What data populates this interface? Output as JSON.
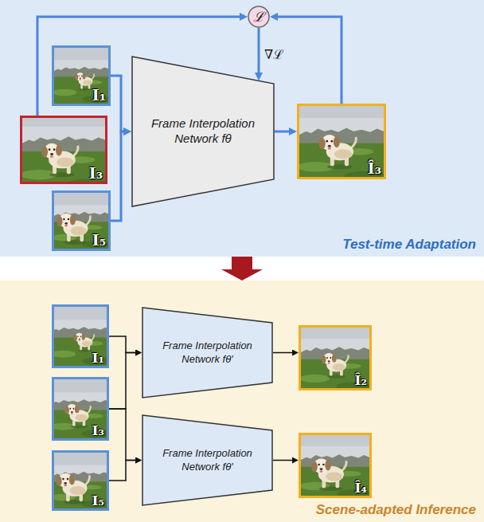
{
  "diagram": {
    "nodes": [
      {
        "text": [
          "Test-time Adaptation"
        ]
      },
      {
        "text": [
          "ℒ"
        ],
        "in": 0
      },
      {
        "text": [
          "I₁"
        ],
        "in": 0
      },
      {
        "text": [
          "I₃"
        ],
        "in": 0
      },
      {
        "text": [
          "I₅"
        ],
        "in": 0
      },
      {
        "text": [
          "Frame Interpolation Network fθ"
        ],
        "in": 0
      },
      {
        "text": [
          "Î₃"
        ],
        "in": 0
      },
      {
        "text": [
          "Scene-adapted Inference"
        ]
      },
      {
        "text": [
          "I₁"
        ],
        "in": 7
      },
      {
        "text": [
          "I₃"
        ],
        "in": 7
      },
      {
        "text": [
          "I₅"
        ],
        "in": 7
      },
      {
        "text": [
          "Frame Interpolation Network fθ′"
        ],
        "in": 7
      },
      {
        "text": [
          "Frame Interpolation Network fθ′"
        ],
        "in": 7
      },
      {
        "text": [
          "Î₂"
        ],
        "in": 7
      },
      {
        "text": [
          "Î₄"
        ],
        "in": 7
      }
    ],
    "edges": [
      {
        "from": 3,
        "to": 1,
        "arrow": "to"
      },
      {
        "from": 6,
        "to": 1,
        "arrow": "to"
      },
      {
        "from": 1,
        "to": 5,
        "label": "∇ℒ",
        "arrow": "to"
      },
      {
        "from": 2,
        "to": 5,
        "arrow": "to"
      },
      {
        "from": 4,
        "to": 5,
        "arrow": "to"
      },
      {
        "from": 5,
        "to": 6,
        "arrow": "to"
      },
      {
        "from": 0,
        "to": 7,
        "arrow": "to"
      },
      {
        "from": 8,
        "to": 11,
        "arrow": "to"
      },
      {
        "from": 9,
        "to": 11,
        "arrow": "to"
      },
      {
        "from": 9,
        "to": 12,
        "arrow": "to"
      },
      {
        "from": 10,
        "to": 12,
        "arrow": "to"
      },
      {
        "from": 11,
        "to": 13,
        "arrow": "to"
      },
      {
        "from": 12,
        "to": 14,
        "arrow": "to"
      }
    ]
  }
}
